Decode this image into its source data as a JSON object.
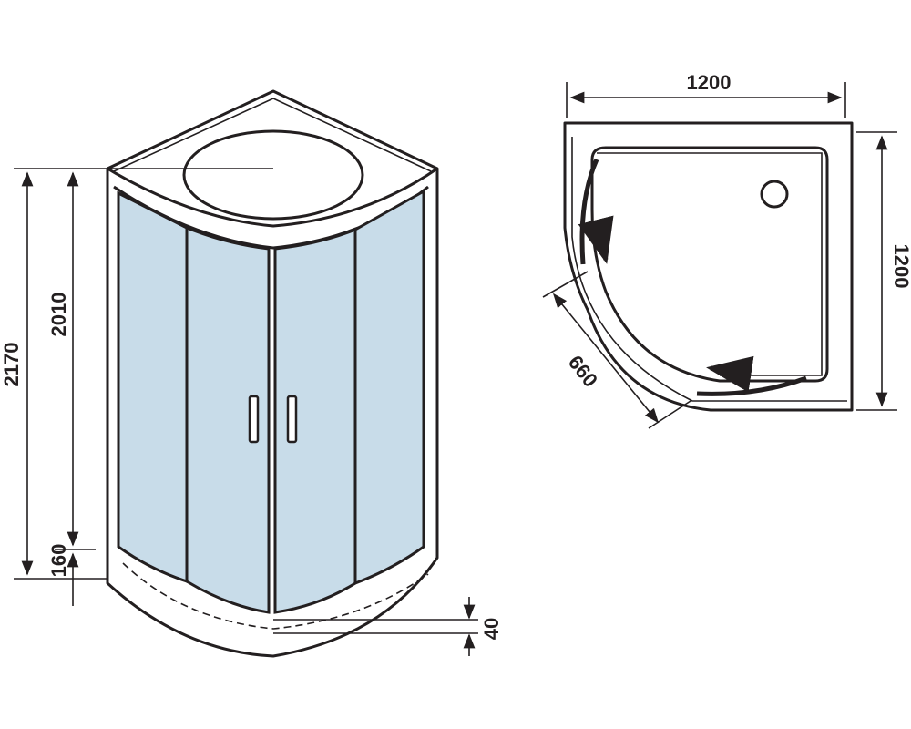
{
  "front_view": {
    "dimensions": {
      "total_height": "2170",
      "cabin_height": "2010",
      "tray_height": "160",
      "tray_depth": "40"
    }
  },
  "plan_view": {
    "dimensions": {
      "width": "1200",
      "depth": "1200",
      "door_opening": "660"
    }
  },
  "colors": {
    "glass": "#c8dce9",
    "line": "#231f20"
  }
}
